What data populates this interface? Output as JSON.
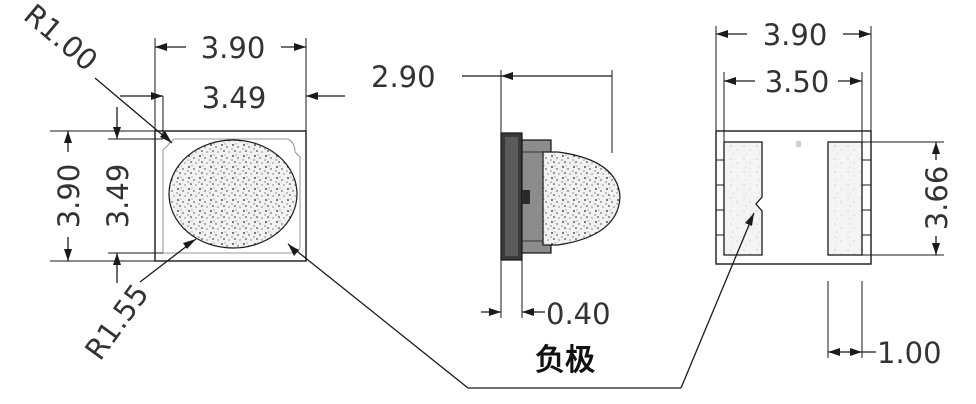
{
  "top_view": {
    "width_outer": "3.90",
    "width_inner": "3.49",
    "height_outer": "3.90",
    "height_inner": "3.49",
    "corner_radius": "R1.00",
    "lens_radius": "R1.55"
  },
  "side_view": {
    "height": "2.90",
    "offset": "0.40"
  },
  "bottom_view": {
    "width_outer": "3.90",
    "pad_spacing": "3.50",
    "pad_height": "3.66",
    "pad_width": "1.00"
  },
  "callout": {
    "label": "负极"
  }
}
